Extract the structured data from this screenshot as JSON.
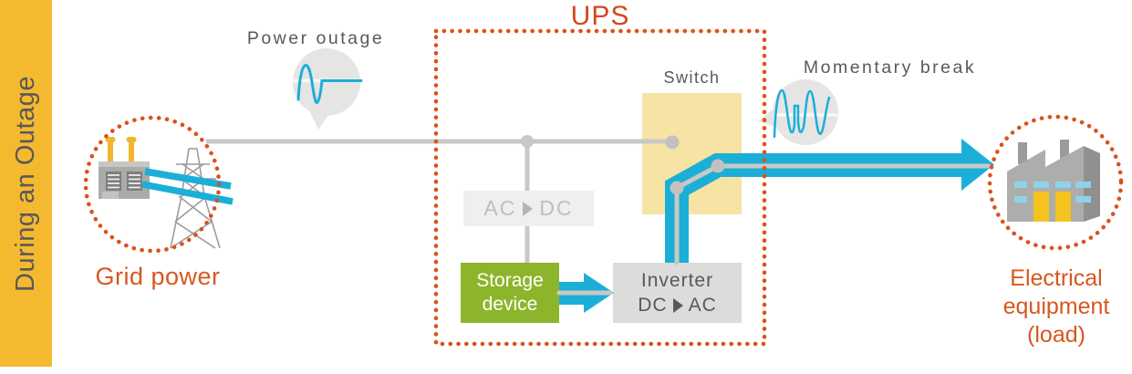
{
  "banner": {
    "label": "During an Outage"
  },
  "source": {
    "label": "Grid power"
  },
  "callouts": {
    "power_outage": "Power outage",
    "momentary_break": "Momentary break"
  },
  "ups": {
    "title": "UPS",
    "switch_label": "Switch",
    "converter": {
      "left": "AC",
      "right": "DC"
    },
    "storage": {
      "line1": "Storage",
      "line2": "device"
    },
    "inverter": {
      "title": "Inverter",
      "left": "DC",
      "right": "AC"
    }
  },
  "load": {
    "line1": "Electrical",
    "line2": "equipment",
    "line3": "(load)"
  },
  "colors": {
    "banner_bg": "#F4B92F",
    "accent_orange": "#D7571F",
    "ups_title_orange": "#D2491B",
    "dotted_orange": "#DA521D",
    "flow_cyan": "#1BAFD7",
    "storage_green": "#8DB52C",
    "switch_yellow": "#F7E3A3",
    "wire_gray": "#C8C8C7",
    "box_gray": "#DCDCDB",
    "inactive_box_gray": "#EFEFEE",
    "text_gray": "#58595B",
    "bubble_gray": "#E5E5E4"
  }
}
